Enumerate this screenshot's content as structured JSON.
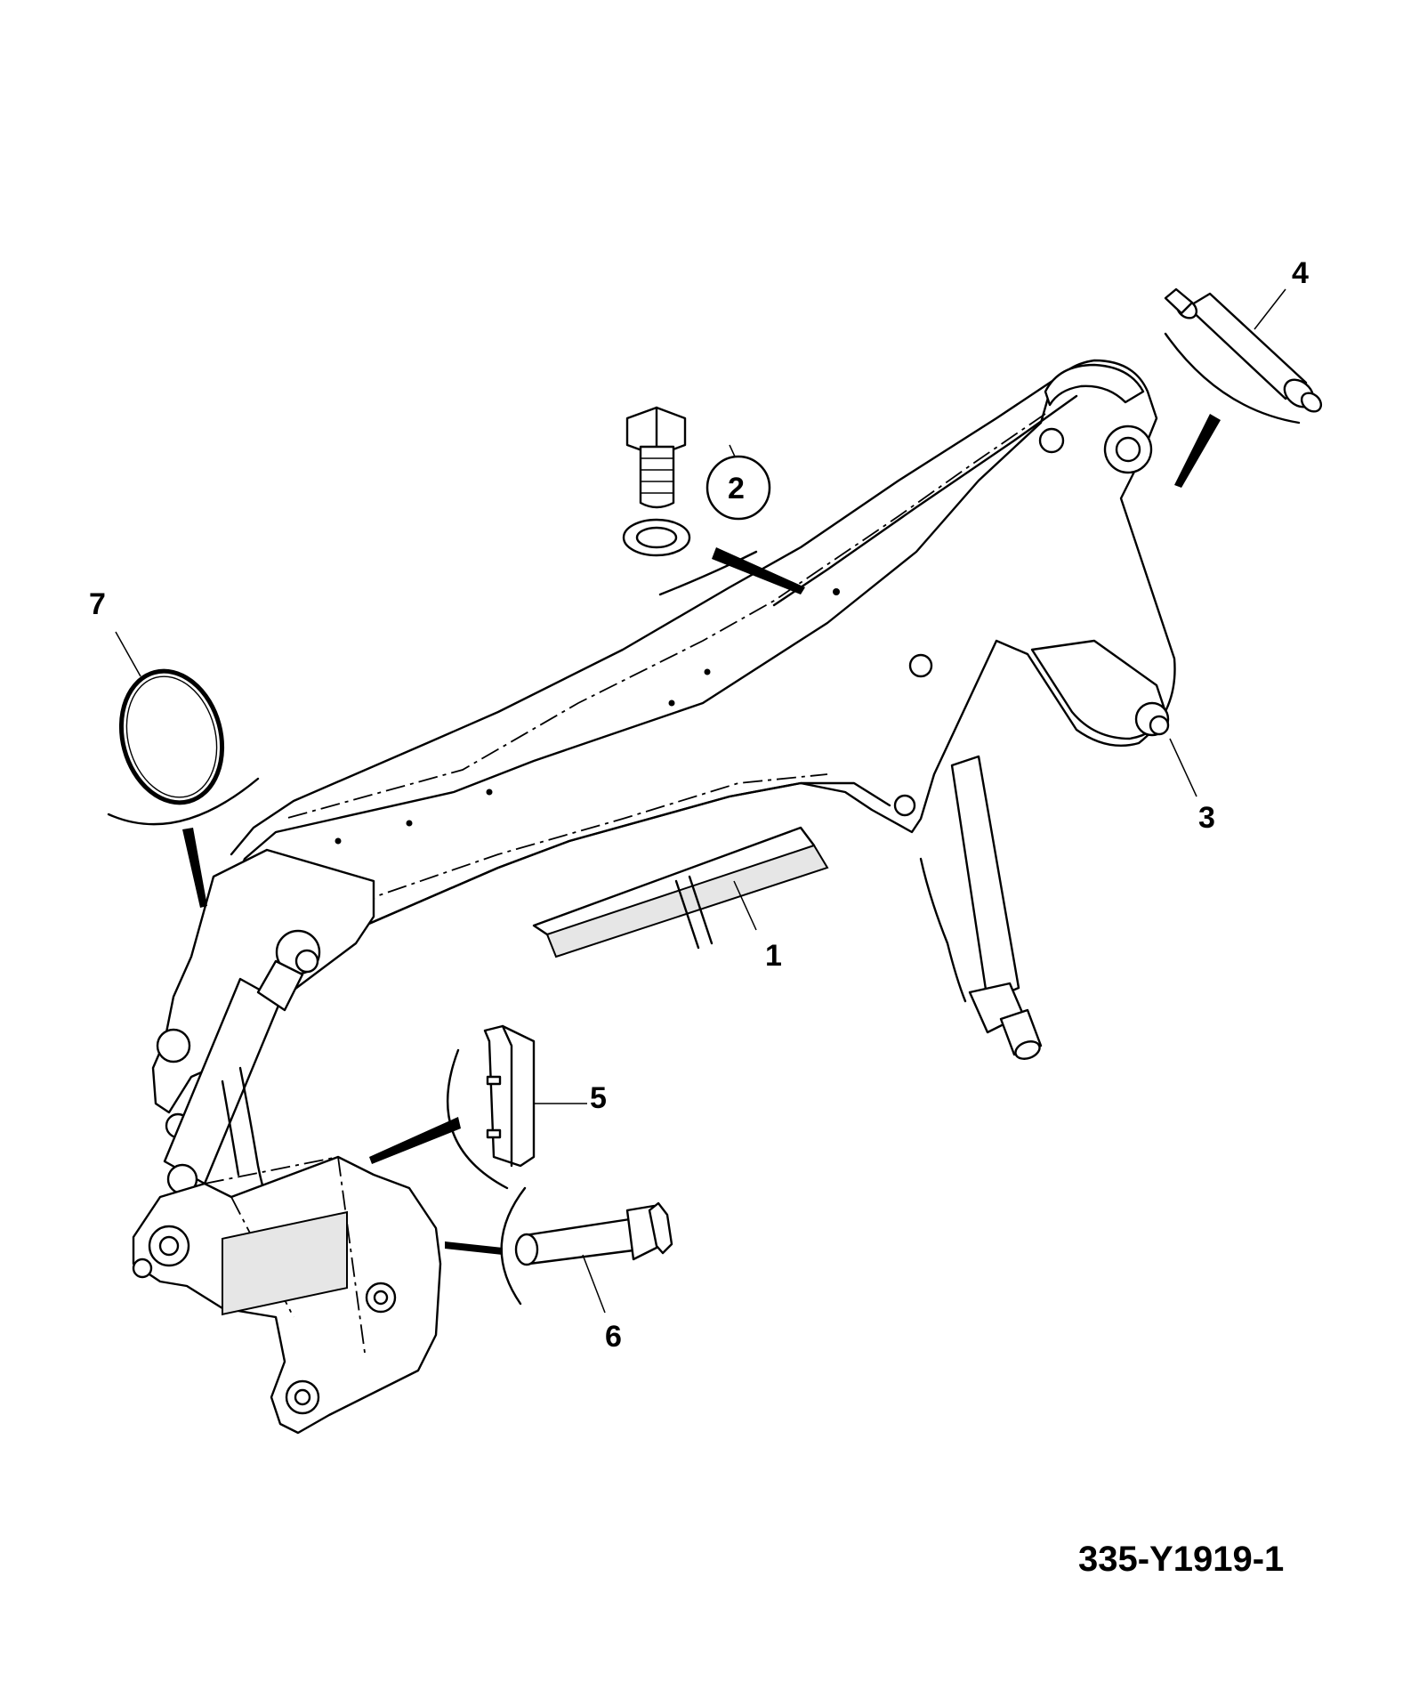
{
  "drawing_number": "335-Y1919-1",
  "callouts": [
    {
      "id": "1",
      "text": "1"
    },
    {
      "id": "2",
      "text": "2"
    },
    {
      "id": "3",
      "text": "3"
    },
    {
      "id": "4",
      "text": "4"
    },
    {
      "id": "5",
      "text": "5"
    },
    {
      "id": "6",
      "text": "6"
    },
    {
      "id": "7",
      "text": "7"
    }
  ]
}
